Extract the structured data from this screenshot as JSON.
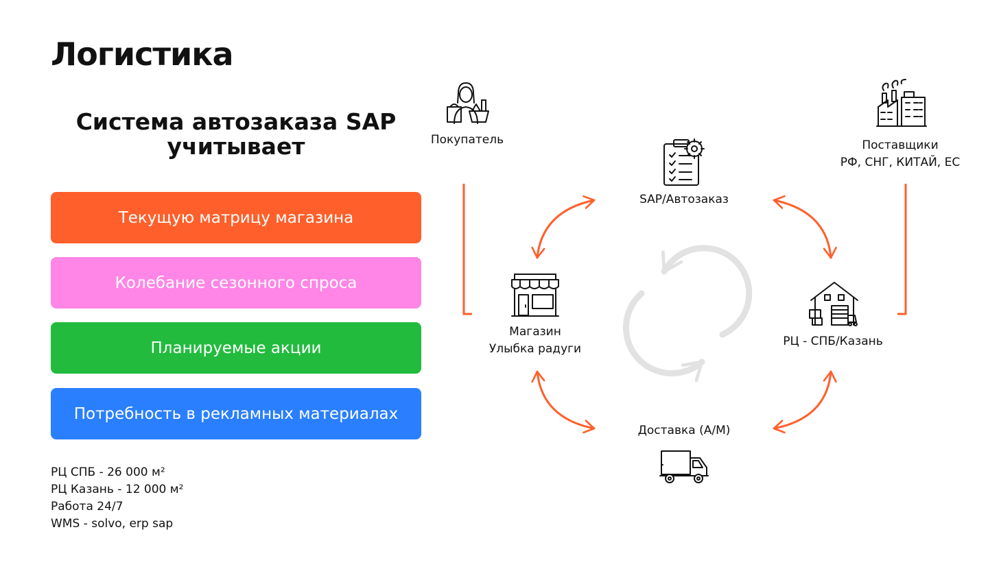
{
  "title": "Логистика",
  "subtitle": "Система автозаказа SAP учитывает",
  "factors": [
    {
      "label": "Текущую матрицу магазина",
      "color": "#FF5F2A"
    },
    {
      "label": "Колебание сезонного спроса",
      "color": "#FF85E6"
    },
    {
      "label": "Планируемые акции",
      "color": "#22BB3E"
    },
    {
      "label": "Потребность в рекламных материалах",
      "color": "#2A7FFF"
    }
  ],
  "stats": [
    "РЦ СПБ - 26 000 м²",
    "РЦ Казань - 12 000 м²",
    "Работа 24/7",
    "WMS - solvo, erp sap"
  ],
  "nodes": {
    "buyer": {
      "label": "Покупатель",
      "icon": "buyer-icon"
    },
    "sap": {
      "label": "SAP/Автозаказ",
      "icon": "checklist-gear-icon"
    },
    "suppliers": {
      "line1": "Поставщики",
      "line2": "РФ, СНГ, КИТАЙ, ЕС",
      "icon": "factory-icon"
    },
    "store": {
      "line1": "Магазин",
      "line2": "Улыбка радуги",
      "icon": "store-icon"
    },
    "dc": {
      "label": "РЦ - СПБ/Казань",
      "icon": "warehouse-icon"
    },
    "delivery": {
      "label": "Доставка (А/М)",
      "icon": "truck-icon"
    }
  },
  "colors": {
    "arrow": "#FF5F2A",
    "cycle": "#E2E2E2",
    "icon": "#111111"
  }
}
